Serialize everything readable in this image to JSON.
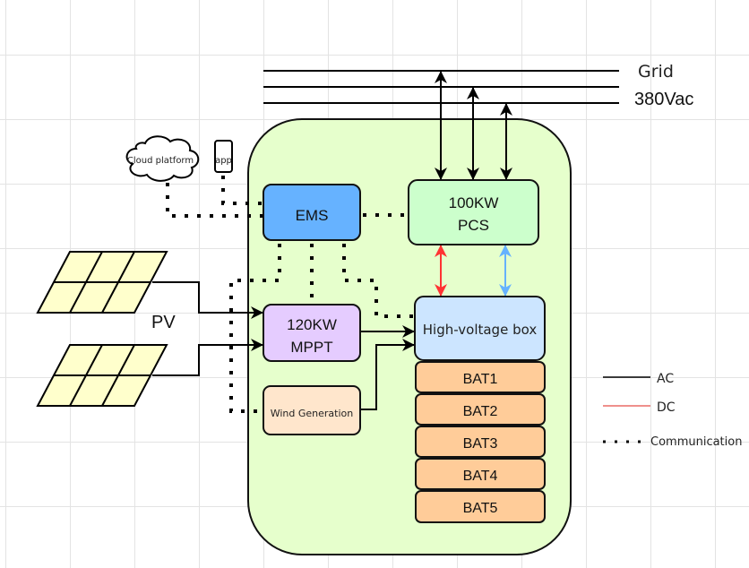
{
  "grid": {
    "label_line1": "Grid",
    "label_line2": "380Vac"
  },
  "cloud": {
    "label": "Cloud platform"
  },
  "app": {
    "label": "app"
  },
  "pv": {
    "label": "PV"
  },
  "nodes": {
    "ems": {
      "label": "EMS",
      "color": "#66b2ff"
    },
    "pcs": {
      "line1": "100KW",
      "line2": "PCS",
      "color": "#ccffcc"
    },
    "mppt": {
      "line1": "120KW",
      "line2": "MPPT",
      "color": "#e5ccff"
    },
    "wind": {
      "label": "Wind Generation",
      "color": "#ffe6cc"
    },
    "hvbox": {
      "label": "High-voltage box",
      "color": "#cce5ff"
    },
    "batteries": [
      {
        "label": "BAT1"
      },
      {
        "label": "BAT2"
      },
      {
        "label": "BAT3"
      },
      {
        "label": "BAT4"
      },
      {
        "label": "BAT5"
      }
    ],
    "battery_color": "#ffcc99",
    "container_color": "#e6ffcc",
    "panel_color": "#ffffcc"
  },
  "legend": {
    "items": [
      {
        "label": "AC",
        "style": "solid",
        "color": "#000000"
      },
      {
        "label": "DC",
        "style": "solid",
        "color": "#ea6b66"
      },
      {
        "label": "Communication",
        "style": "dotted",
        "color": "#000000"
      }
    ]
  },
  "link_colors": {
    "ac": "#000000",
    "dc_red": "#ff3333",
    "dc_blue": "#66b2ff"
  }
}
